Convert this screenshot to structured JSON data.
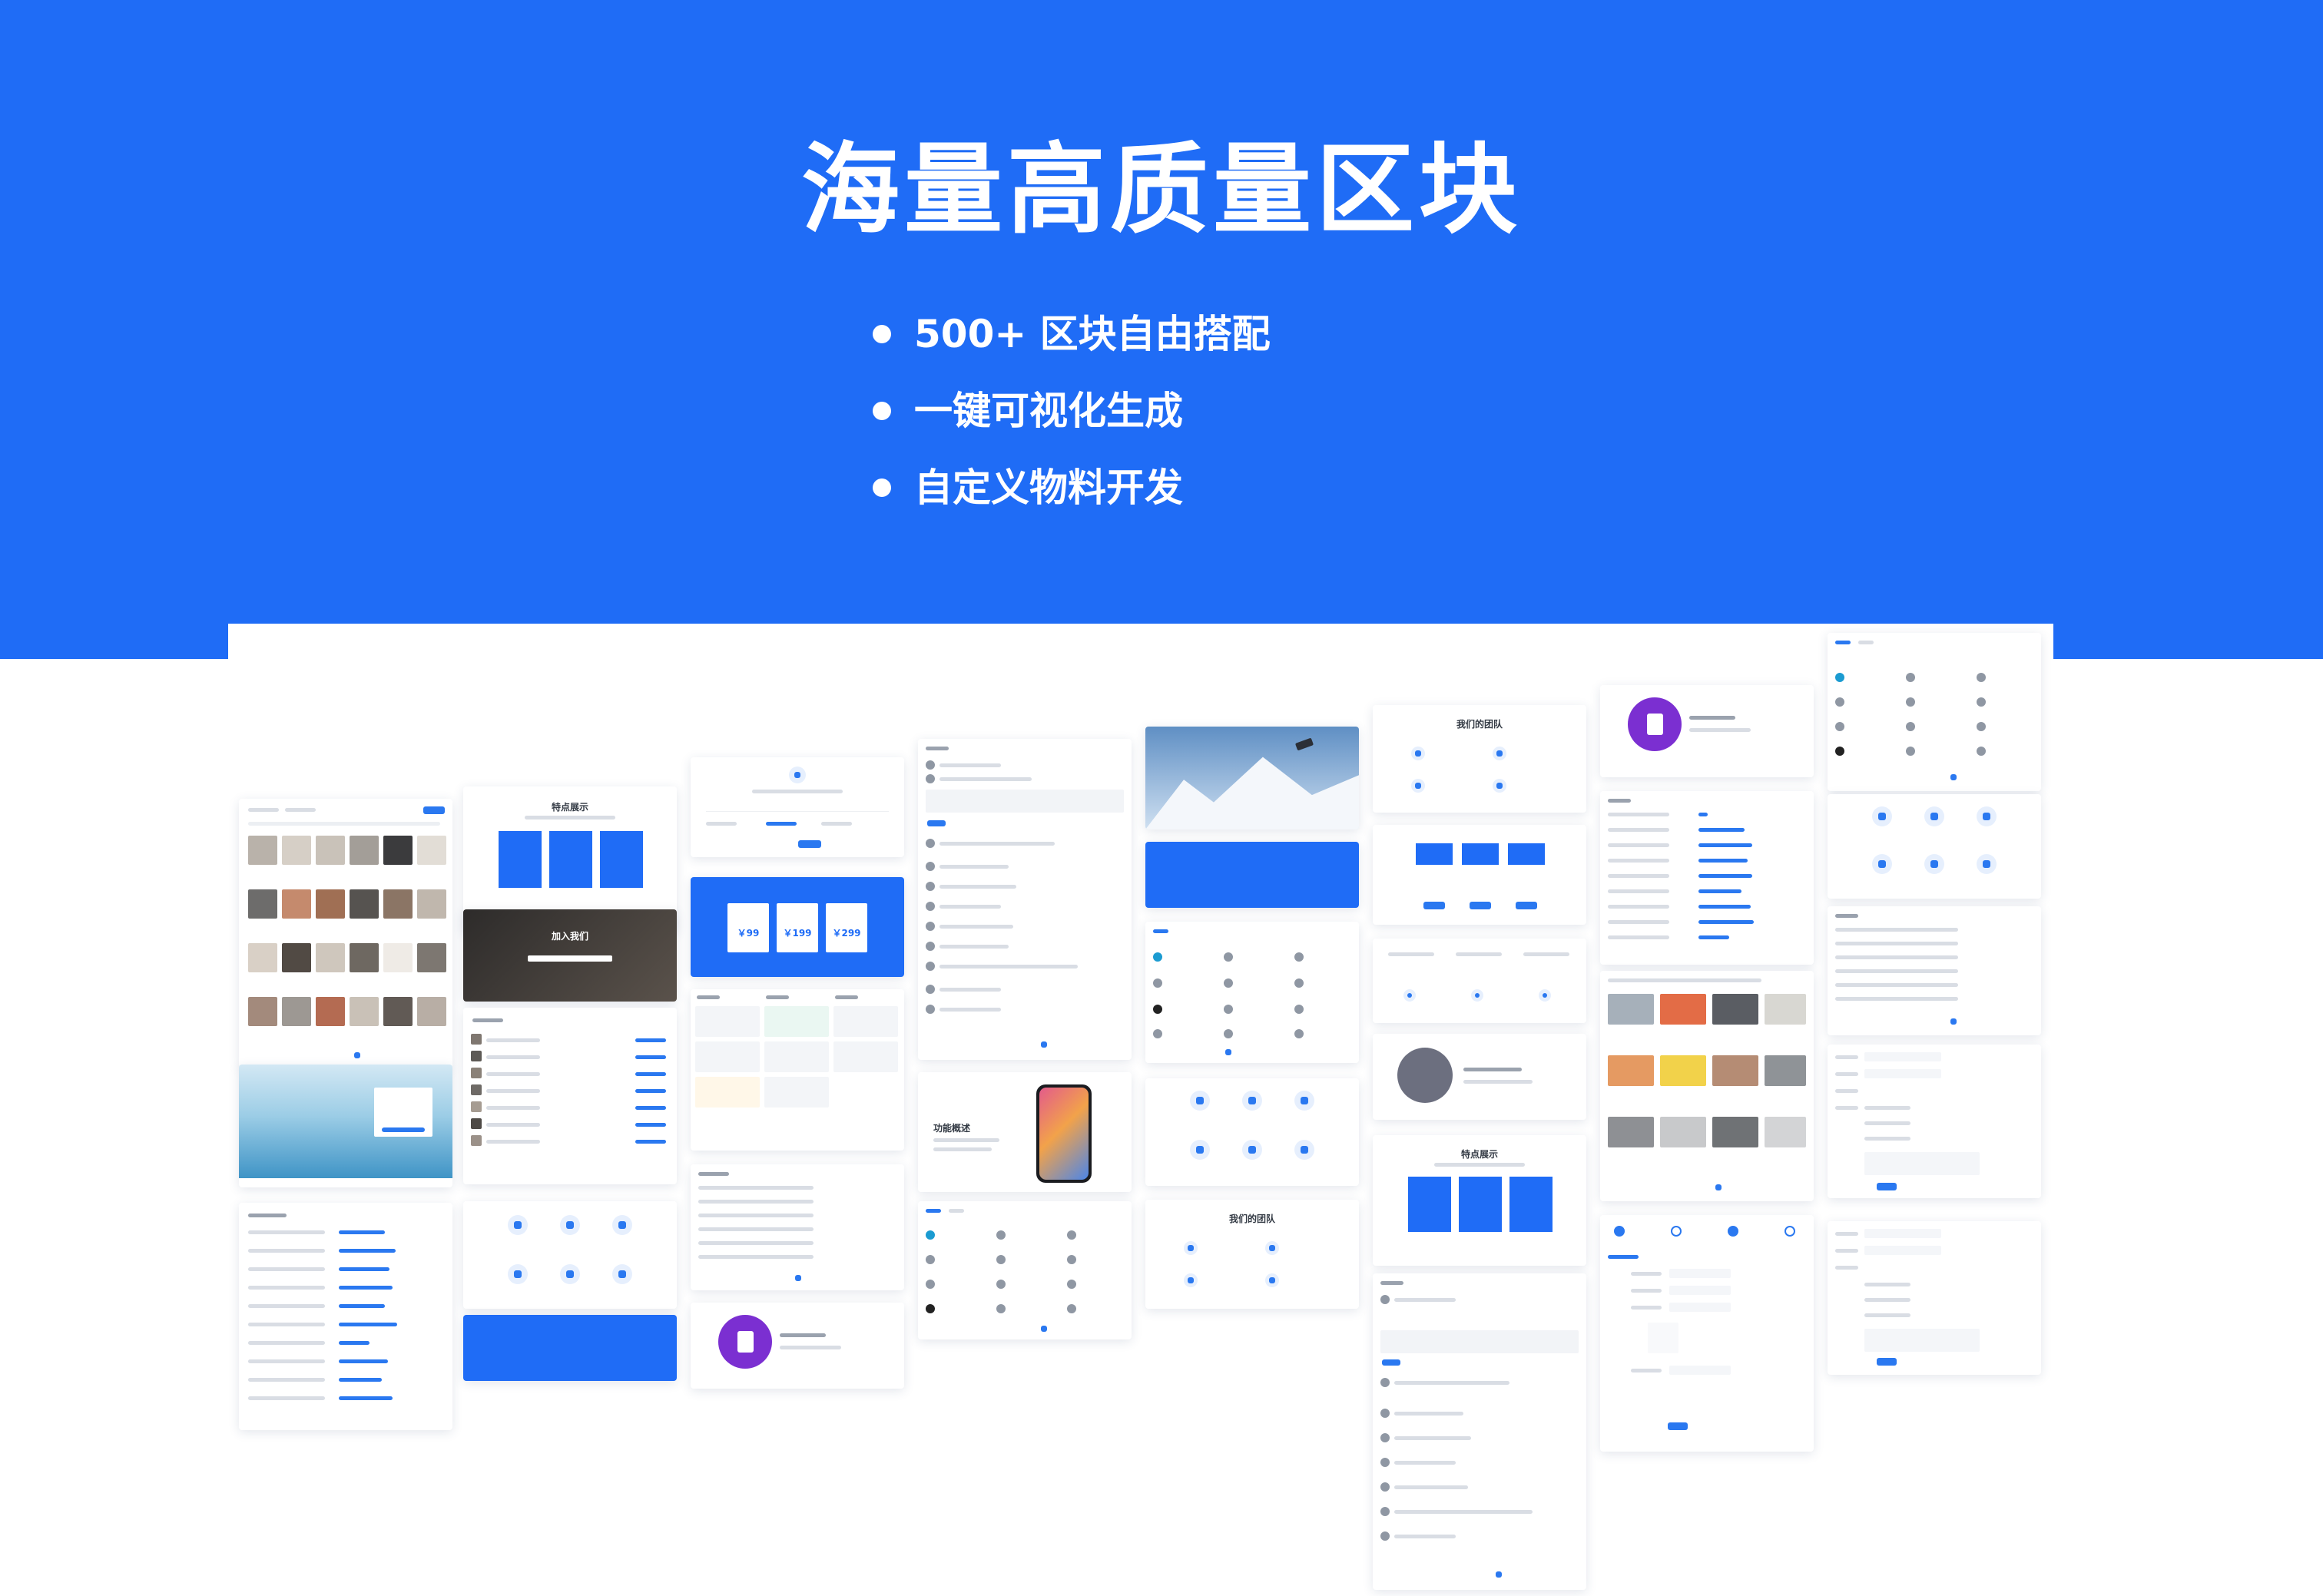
{
  "hero": {
    "title": "海量高质量区块",
    "features": [
      "500+ 区块自由搭配",
      "一键可视化生成",
      "自定义物料开发"
    ]
  },
  "previews": {
    "feature_showcase_title": "特点展示",
    "join_us_title": "加入我们",
    "team_title": "我们的团队",
    "function_overview_title": "功能概述",
    "prices": [
      "￥99",
      "￥199",
      "￥299"
    ]
  },
  "colors": {
    "brand": "#1f6cf6",
    "background": "#ffffff"
  }
}
